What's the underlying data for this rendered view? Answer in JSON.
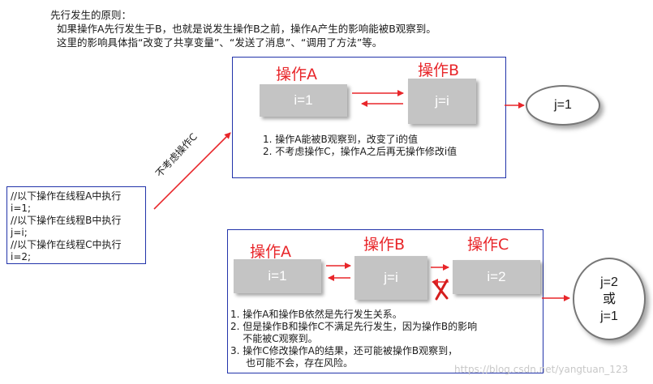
{
  "intro": {
    "line1": "先行发生的原则：",
    "line2": "  如果操作A先行发生于B，也就是说发生操作B之前，操作A产生的影响能被B观察到。",
    "line3": "  这里的影响具体指“改变了共享变量”、“发送了消息”、“调用了方法”等。"
  },
  "code_box": {
    "lines": "//以下操作在线程A中执行\ni=1;\n//以下操作在线程B中执行\nj=i;\n//以下操作在线程C中执行\ni=2;"
  },
  "arrow_label": "不考虑操作C",
  "top_diagram": {
    "label_a": "操作A",
    "label_b": "操作B",
    "block_a": "i=1",
    "block_b": "j=i",
    "result": "j=1",
    "notes": "1. 操作A能被B观察到，改变了i的值\n2. 不考虑操作C，操作A之后再无操作修改i值"
  },
  "bottom_diagram": {
    "label_a": "操作A",
    "label_b": "操作B",
    "label_c": "操作C",
    "block_a": "i=1",
    "block_b": "j=i",
    "block_c": "i=2",
    "result_1": "j=2",
    "result_or": "或",
    "result_2": "j=1",
    "notes": "1. 操作A和操作B依然是先行发生关系。\n2. 但是操作B和操作C不满足先行发生，因为操作B的影响\n    不能被C观察到。\n3. 操作C修改操作A的结果，还可能被操作B观察到，\n     也可能不会，存在风险。"
  },
  "watermark": "https://blog.csdn.net/yangtuan_123",
  "colors": {
    "arrow": "#e8262a",
    "frame": "#2233aa",
    "block": "#c4c4c4"
  }
}
